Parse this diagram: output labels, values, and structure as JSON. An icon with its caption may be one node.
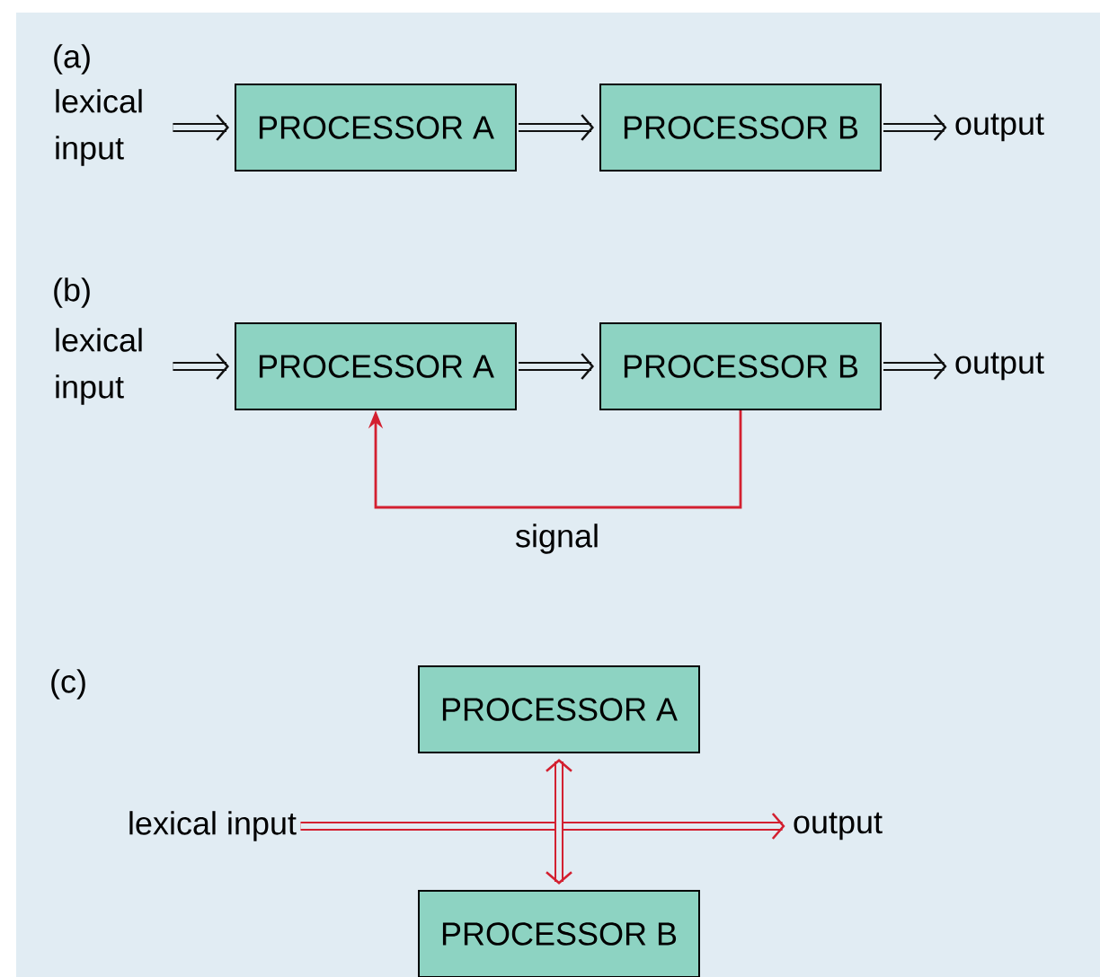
{
  "diagram": {
    "nodes": [
      {
        "text": [
          "lexical input"
        ]
      },
      {
        "text": [
          "PROCESSOR A"
        ]
      },
      {
        "text": [
          "PROCESSOR B"
        ]
      },
      {
        "text": [
          "output"
        ]
      },
      {
        "text": [
          "lexical input"
        ]
      },
      {
        "text": [
          "PROCESSOR A"
        ]
      },
      {
        "text": [
          "PROCESSOR B"
        ]
      },
      {
        "text": [
          "output"
        ]
      },
      {
        "text": [
          "PROCESSOR A"
        ]
      },
      {
        "text": [
          "lexical input"
        ]
      },
      {
        "text": [
          "output"
        ]
      },
      {
        "text": [
          "PROCESSOR B"
        ]
      }
    ],
    "edges": [
      {
        "from": 0,
        "to": 1,
        "arrow": "to"
      },
      {
        "from": 1,
        "to": 2,
        "arrow": "to"
      },
      {
        "from": 2,
        "to": 3,
        "arrow": "to"
      },
      {
        "from": 4,
        "to": 5,
        "arrow": "to"
      },
      {
        "from": 5,
        "to": 6,
        "arrow": "to"
      },
      {
        "from": 6,
        "to": 7,
        "arrow": "to"
      },
      {
        "from": 6,
        "to": 5,
        "arrow": "to",
        "label": "signal",
        "color": "#d32030"
      },
      {
        "from": 9,
        "to": 10,
        "arrow": "to",
        "color": "#d32030"
      },
      {
        "from": 8,
        "to": 11,
        "arrow": "both",
        "color": "#d32030"
      }
    ],
    "labels": [
      "(a)",
      "(b)",
      "(c)"
    ]
  }
}
